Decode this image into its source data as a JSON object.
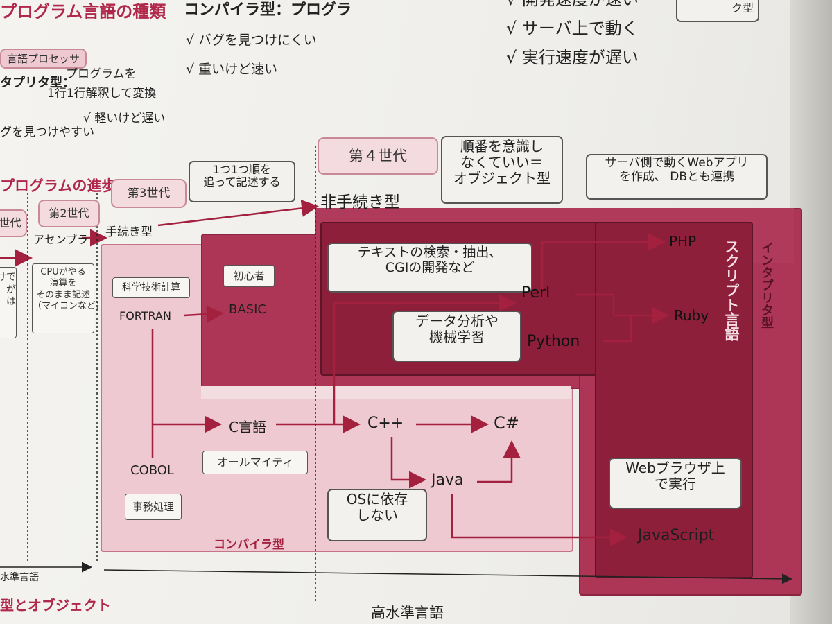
{
  "top": {
    "badge_fragment": "ク型",
    "section_types_heading": "プログラム言語の種類",
    "pinktag_processor": "言語プロセッサ",
    "interpreter_label": "タプリタ型：",
    "interpreter_desc1": "プログラムを",
    "interpreter_desc2": "1行1行解釈して変換",
    "interpreter_pro": "√ 軽いけど遅い",
    "interpreter_pro2": "グを見つけやすい",
    "compiler_heading": "コンパイラ型：プログラ",
    "compiler_point1": "√ バグを見つけにくい",
    "compiler_point2": "√ 重いけど速い",
    "right_point0": "√ 開発速度が速い",
    "right_point1": "√ サーバ上で動く",
    "right_point2": "√ 実行速度が遅い"
  },
  "diagram": {
    "section_heading": "プログラムの進歩",
    "gen1": "世代",
    "gen2": "第2世代",
    "gen3": "第3世代",
    "gen4": "第４世代",
    "assembler": "アセンブラ",
    "procedural": "手続き型",
    "nonprocedural": "非手続き型",
    "cpu_note": [
      "CPUがやる",
      "演算を",
      "そのまま記述",
      "（マイコンなど）"
    ],
    "gen1_note": [
      "けで",
      "が",
      "は"
    ],
    "bubble_sequential": [
      "1つ1つ順を",
      "追って記述する"
    ],
    "bubble_oop": [
      "順番を意識し",
      "なくていい＝",
      "オブジェクト型"
    ],
    "bubble_php": [
      "サーバ側で動くWebアプリ",
      "を作成、 DBとも連携"
    ],
    "bubble_perl": [
      "テキストの検索・抽出、",
      "CGIの開発など"
    ],
    "bubble_python": [
      "データ分析や",
      "機械学習"
    ],
    "bubble_js": [
      "Webブラウザ上",
      "で実行"
    ],
    "bubble_java": [
      "OSに依存",
      "しない"
    ],
    "box_science": "科学技術計算",
    "box_beginner": "初心者",
    "box_allmighty": "オールマイティ",
    "box_office": "事務処理",
    "langs": {
      "fortran": "FORTRAN",
      "basic": "BASIC",
      "cobol": "COBOL",
      "c": "C言語",
      "cpp": "C++",
      "csharp": "C#",
      "java": "Java",
      "perl": "Perl",
      "python": "Python",
      "php": "PHP",
      "ruby": "Ruby",
      "javascript": "JavaScript"
    },
    "label_compiler": "コンパイラ型",
    "label_script": "スクリプト言語",
    "label_interpreter": "インタプリタ型",
    "low_level": "水準言語",
    "high_level": "高水準言語",
    "bottom_heading": "型とオブジェクト"
  },
  "colors": {
    "accent": "#b0274a",
    "region_compiler": "#eec9d1",
    "region_interp": "#b5405c",
    "region_script": "#8e1f3b",
    "arrow": "#a3203f"
  }
}
